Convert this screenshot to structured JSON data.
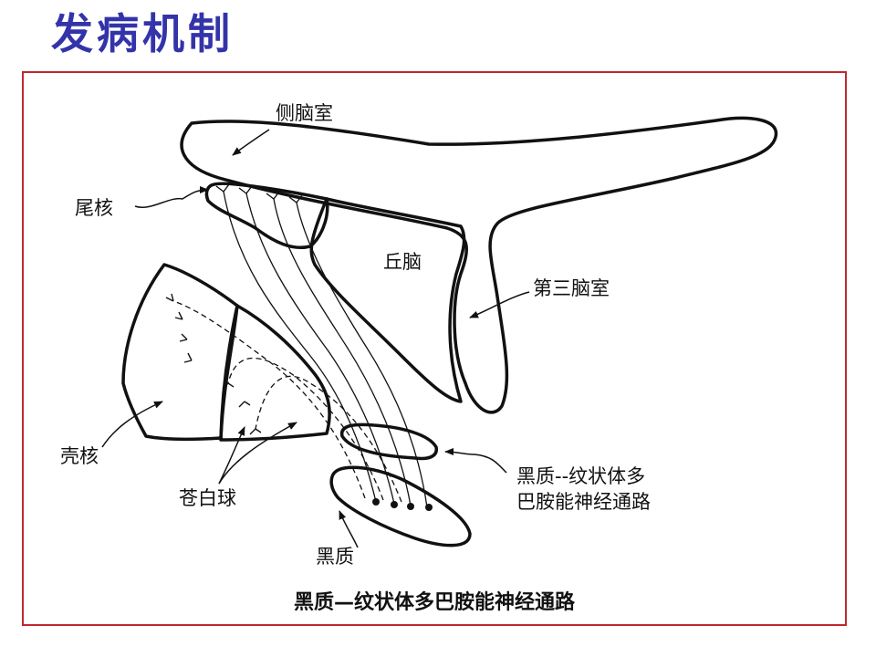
{
  "slide": {
    "title": "发病机制",
    "title_color": "#3333aa",
    "frame_color": "#c0282d"
  },
  "diagram": {
    "labels": {
      "lateral_ventricle": "侧脑室",
      "caudate": "尾核",
      "thalamus": "丘脑",
      "third_ventricle": "第三脑室",
      "putamen": "壳核",
      "globus_pallidus": "苍白球",
      "pathway_line1": "黑质--纹状体多",
      "pathway_line2": "巴胺能神经通路",
      "substantia_nigra": "黑质"
    },
    "caption": "黑质—纹状体多巴胺能神经通路"
  }
}
